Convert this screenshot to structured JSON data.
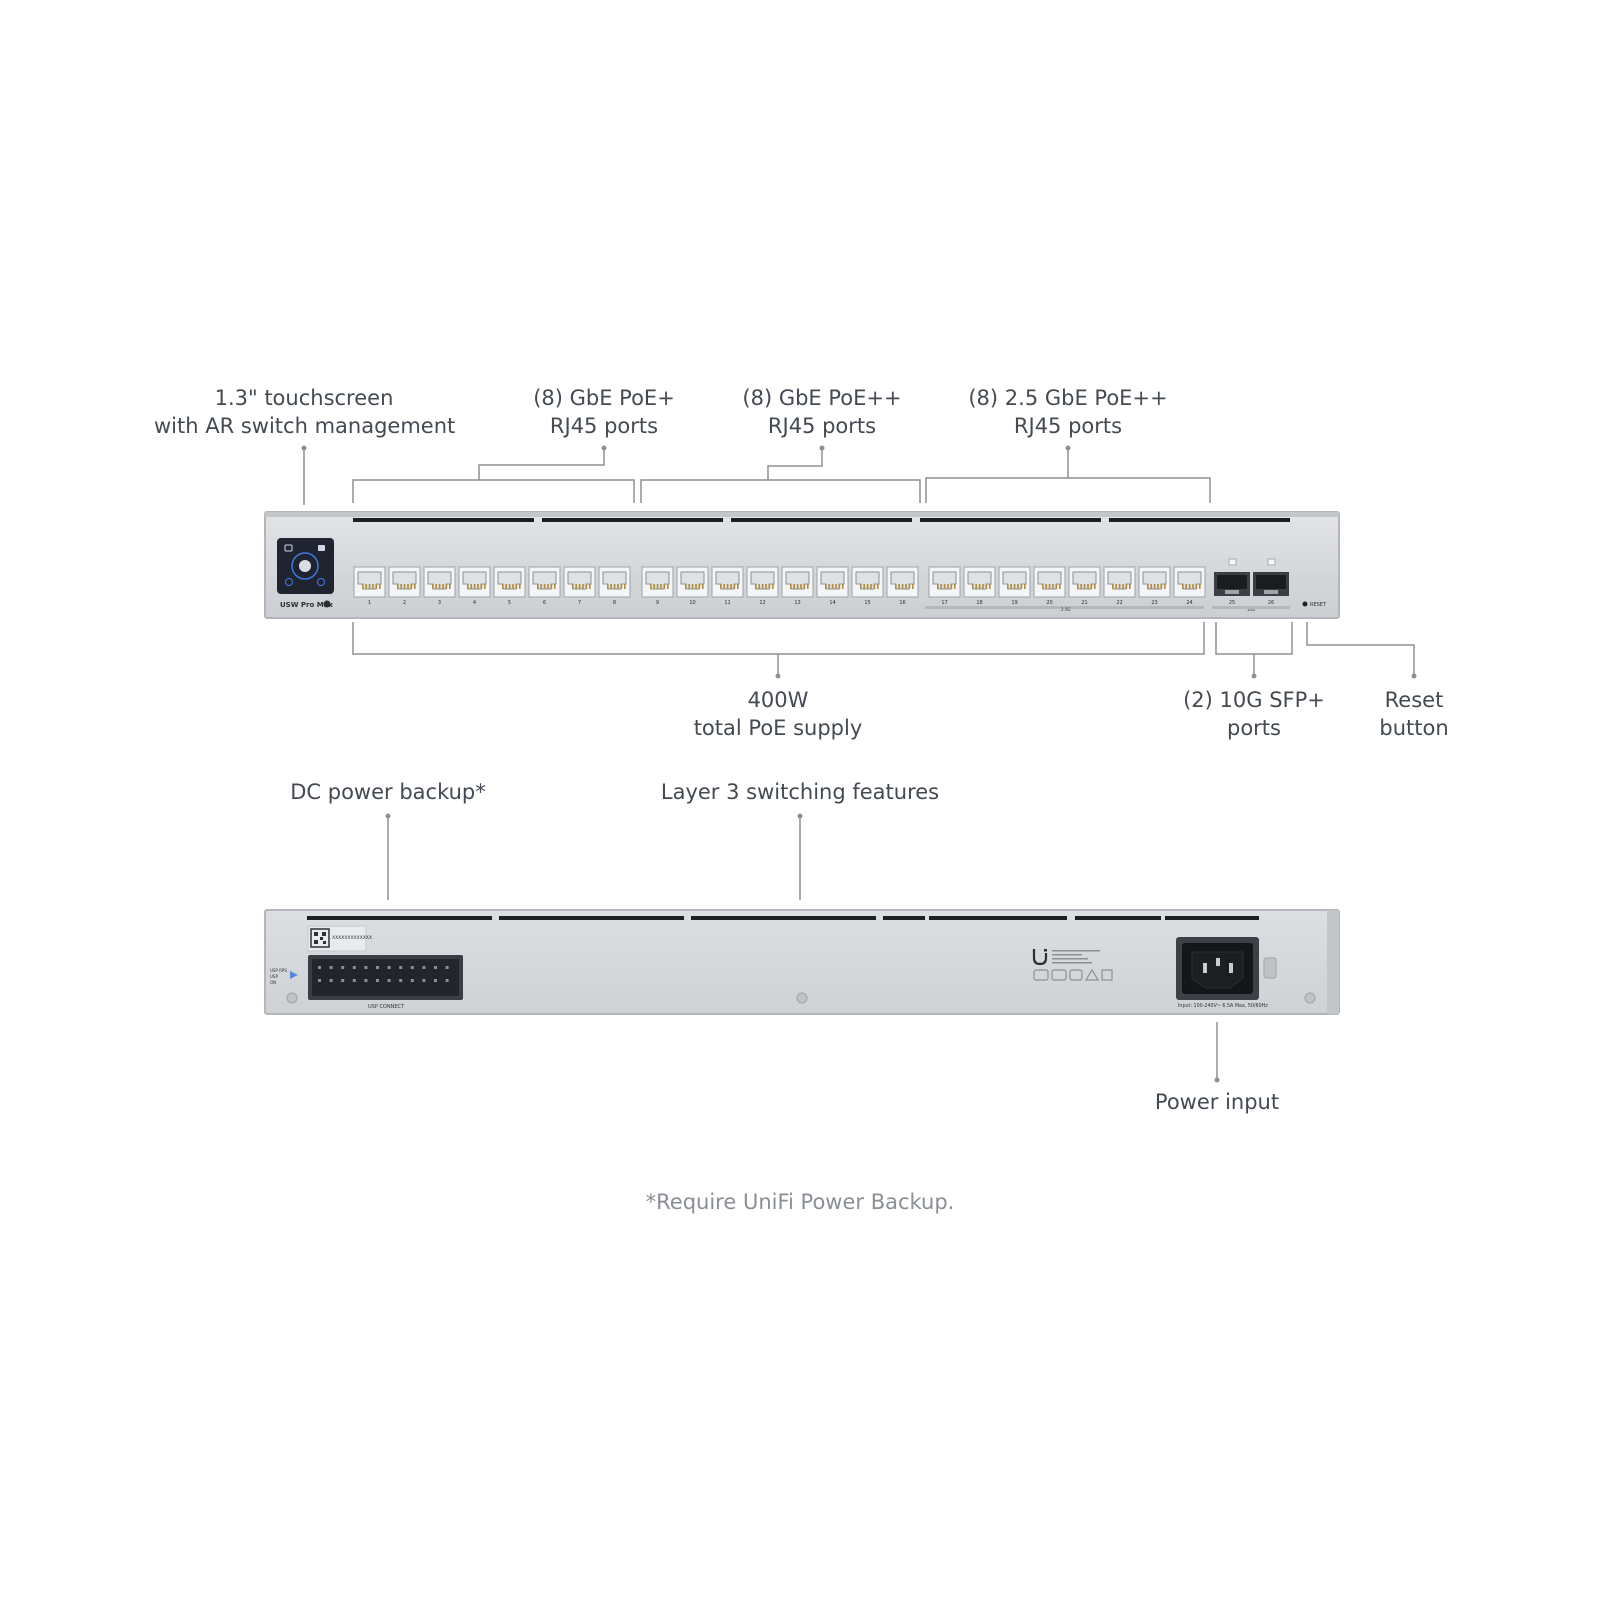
{
  "front_panel": {
    "model_label": "USW Pro Max",
    "reset_label": "RESET",
    "port_labels": [
      "1",
      "2",
      "3",
      "4",
      "5",
      "6",
      "7",
      "8",
      "9",
      "10",
      "11",
      "12",
      "13",
      "14",
      "15",
      "16",
      "17",
      "18",
      "19",
      "20",
      "21",
      "22",
      "23",
      "24"
    ],
    "sfp_labels": [
      "25",
      "26"
    ],
    "group_label_25g": "2.5G",
    "group_label_sfp": "10G"
  },
  "rear_panel": {
    "connector_label": "USP CONNECT",
    "serial_text": "XXXXXXXXXXXXX",
    "power_spec": "Input: 100-240V~ 6.5A Max, 50/60Hz",
    "usp_legend": [
      "USP RPS",
      "USP",
      "ON"
    ]
  },
  "callouts": {
    "touchscreen": [
      "1.3\" touchscreen",
      "with AR switch management"
    ],
    "gbe_poe_plus": [
      "(8) GbE PoE+",
      "RJ45 ports"
    ],
    "gbe_poe_plus_plus": [
      "(8) GbE PoE++",
      "RJ45 ports"
    ],
    "gbe25_poe_plus_plus": [
      "(8) 2.5 GbE PoE++",
      "RJ45 ports"
    ],
    "poe_supply": [
      "400W",
      "total PoE supply"
    ],
    "sfp": [
      "(2) 10G SFP+",
      "ports"
    ],
    "reset": [
      "Reset",
      "button"
    ],
    "dc_backup": [
      "DC power backup*"
    ],
    "layer3": [
      "Layer 3 switching features"
    ],
    "power_input": [
      "Power input"
    ]
  },
  "footnote": "*Require UniFi Power Backup.",
  "colors": {
    "chassis": "#d4d6d9",
    "chassis_edge": "#b7babe",
    "leader_line": "#8c9096",
    "text": "#444a52",
    "footnote": "#8a8f96",
    "screen": "#1f2430",
    "screen_accent": "#3d7be0"
  }
}
